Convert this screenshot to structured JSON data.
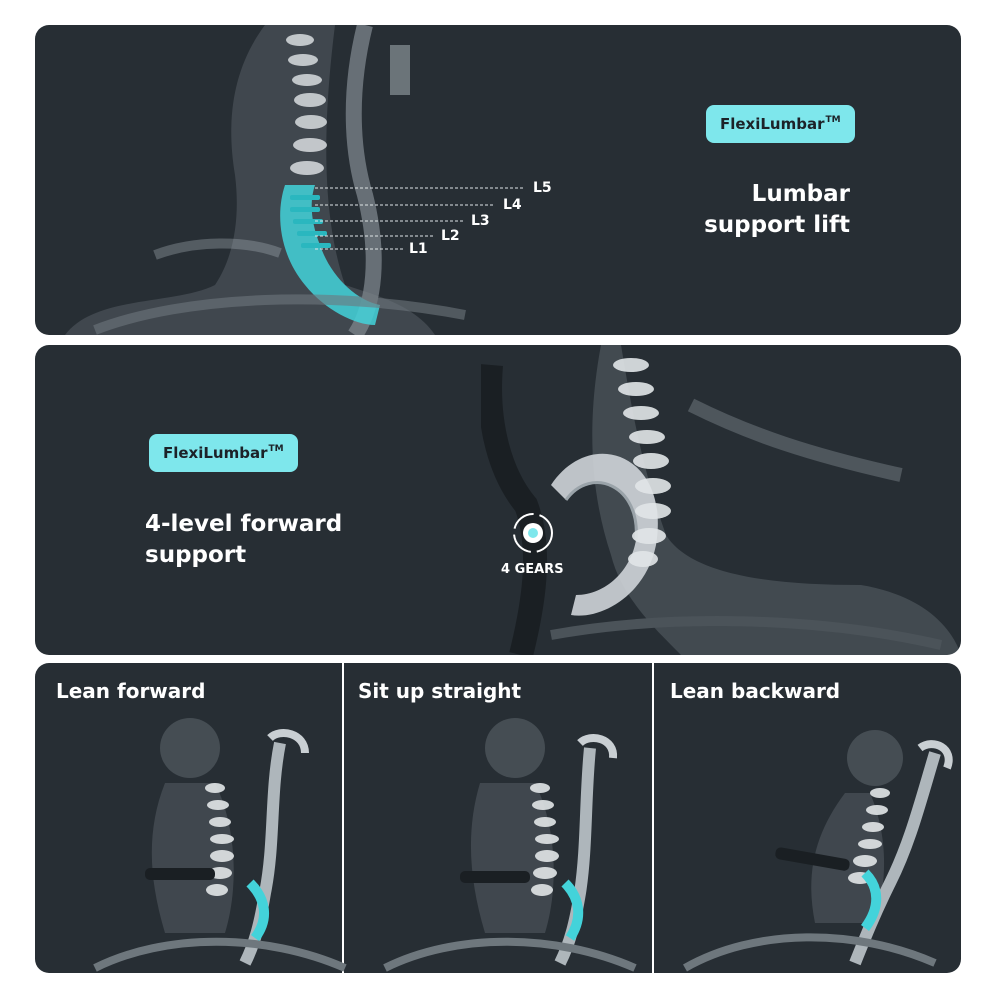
{
  "panel_top": {
    "badge": {
      "text": "FlexiLumbar",
      "tm": "TM"
    },
    "headline": [
      "Lumbar",
      "support lift"
    ],
    "levels": [
      "L5",
      "L4",
      "L3",
      "L2",
      "L1"
    ]
  },
  "panel_middle": {
    "badge": {
      "text": "FlexiLumbar",
      "tm": "TM"
    },
    "headline": [
      "4-level forward",
      "support"
    ],
    "gears_label": "4 GEARS"
  },
  "panel_bottom": {
    "columns": [
      {
        "title": "Lean forward"
      },
      {
        "title": "Sit up straight"
      },
      {
        "title": "Lean backward"
      }
    ]
  },
  "colors": {
    "panel": "#272e34",
    "accent": "#7ee7ec",
    "text": "#ffffff"
  }
}
